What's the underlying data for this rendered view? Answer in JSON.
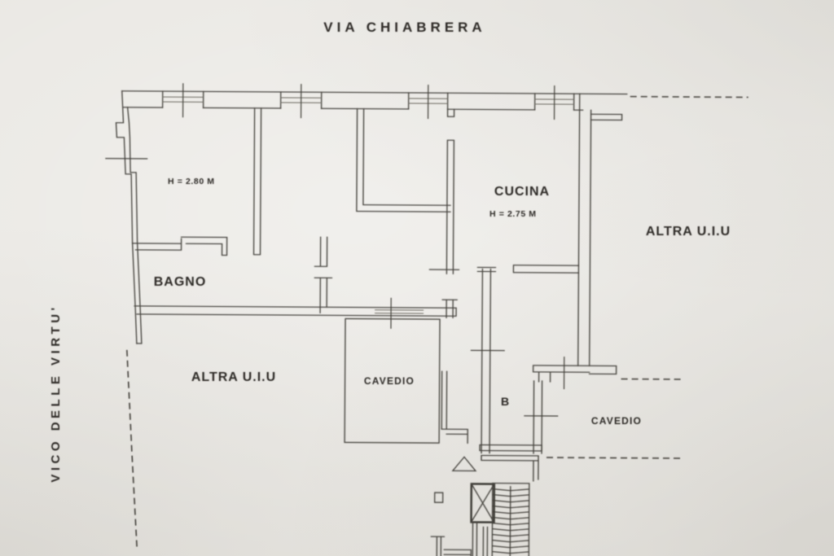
{
  "document": {
    "type": "scanned floor plan (planimetria catastale)"
  },
  "colors": {
    "paper": "#e8e6e1",
    "ink": "#45433d",
    "text": "#2d2c28"
  },
  "streets": {
    "top": "VIA CHIABRERA",
    "left": "VICO DELLE VIRTU'"
  },
  "labels": {
    "room_height_left": "H = 2.80 M",
    "kitchen": "CUCINA",
    "kitchen_height": "H = 2.75 M",
    "other_unit_right": "ALTRA U.I.U",
    "bathroom": "BAGNO",
    "other_unit_left": "ALTRA U.I.U",
    "shaft_left": "CAVEDIO",
    "stair_room": "B",
    "shaft_right": "CAVEDIO"
  },
  "diagram": {
    "type": "floor-plan",
    "rooms": [
      "CUCINA",
      "BAGNO",
      "B",
      "ALTRA U.I.U (right)",
      "ALTRA U.I.U (lower left)",
      "CAVEDIO (shaft)",
      "CAVEDIO (right)"
    ],
    "room_heights": {
      "left_room": "H = 2.80 M",
      "kitchen": "H = 2.75 M"
    },
    "symbols": [
      "window-tick-marks",
      "staircase",
      "elevator-x-shaft",
      "triangle-marker",
      "dashed-boundary-lines"
    ]
  }
}
